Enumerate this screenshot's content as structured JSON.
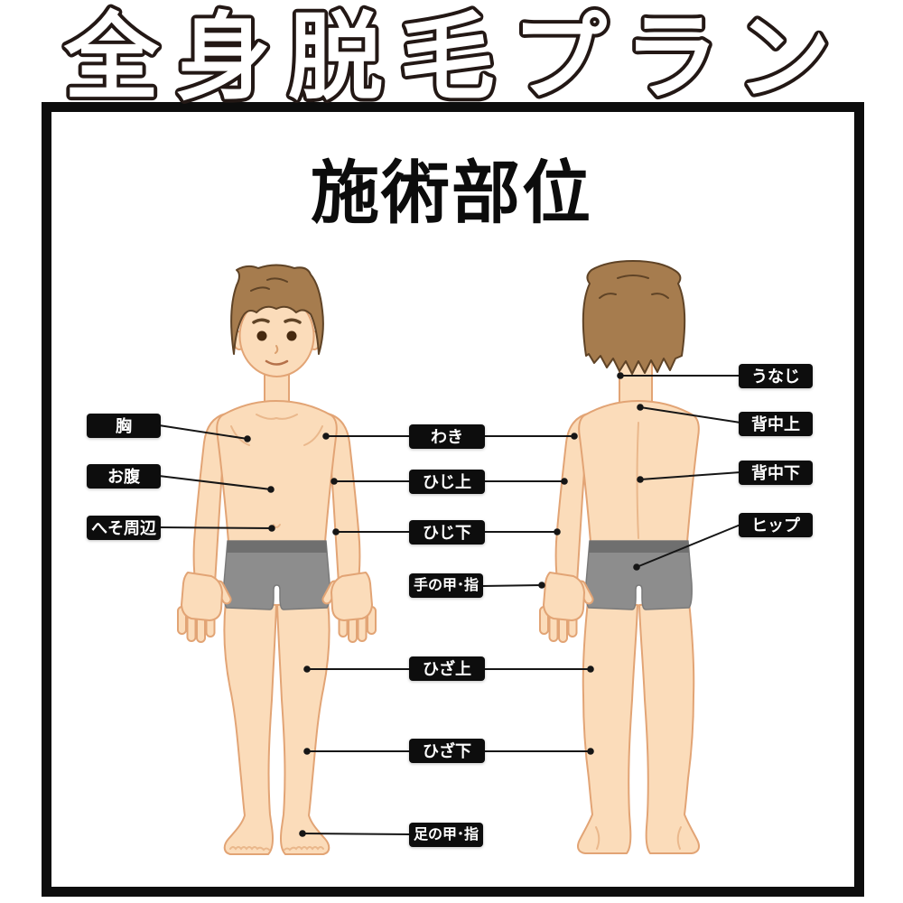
{
  "title": "全身脱毛プラン",
  "heading": "施術部位",
  "labels": {
    "chest": "胸",
    "belly": "お腹",
    "navel_area": "へそ周辺",
    "armpit": "わき",
    "above_elbow": "ひじ上",
    "below_elbow": "ひじ下",
    "hand_back_fingers": "手の甲･指",
    "above_knee": "ひざ上",
    "below_knee": "ひざ下",
    "foot_back_toes": "足の甲･指",
    "nape": "うなじ",
    "upper_back": "背中上",
    "lower_back": "背中下",
    "hip": "ヒップ"
  },
  "colors": {
    "frame_border": "#0d0d0d",
    "title_fill": "#ffffff",
    "title_outline": "#231815",
    "label_bg": "#0d0d0d",
    "label_text": "#ffffff",
    "line": "#161616",
    "skin": "#fbdcba",
    "skin_outline": "#e2a475",
    "hair": "#a67c4e",
    "hair_outline": "#5f4326",
    "shorts": "#8d8d8d",
    "shorts_outline": "#7a7a7a",
    "waistband": "#6f6f6f"
  }
}
